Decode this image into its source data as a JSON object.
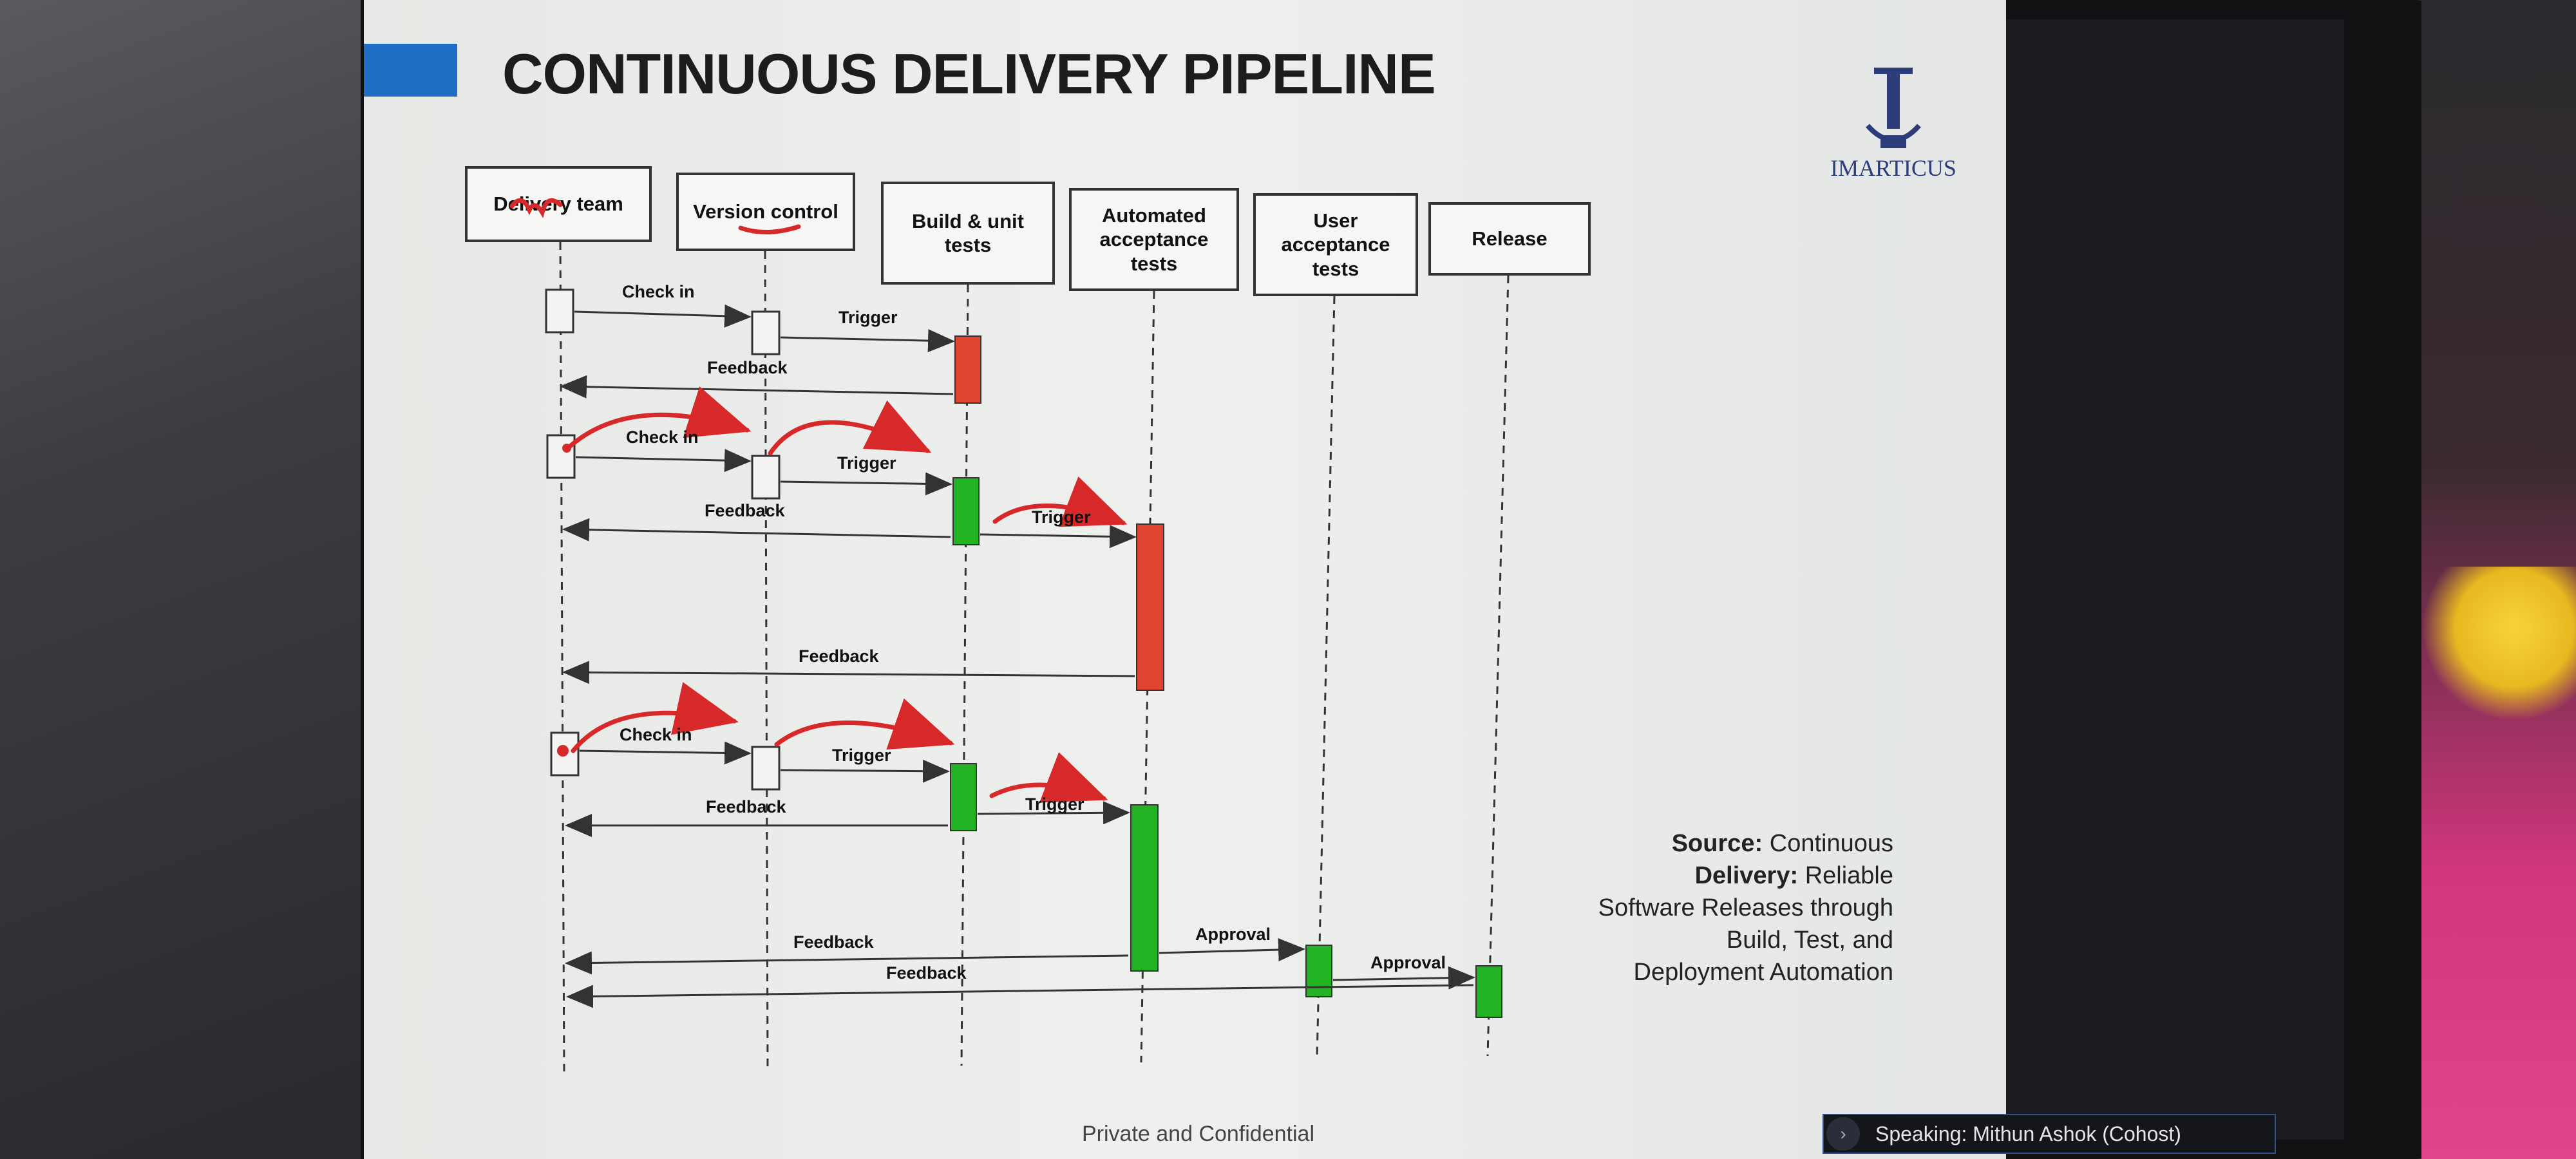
{
  "slide": {
    "title": "CONTINUOUS DELIVERY PIPELINE",
    "logo_text": "IMARTICUS",
    "footer": "Private and Confidential"
  },
  "lanes": [
    {
      "label": "Delivery team"
    },
    {
      "label": "Version control"
    },
    {
      "label": "Build & unit tests"
    },
    {
      "label": "Automated acceptance tests"
    },
    {
      "label": "User acceptance tests"
    },
    {
      "label": "Release"
    }
  ],
  "messages": {
    "check_in_1": "Check in",
    "trigger_1": "Trigger",
    "feedback_1": "Feedback",
    "check_in_2": "Check in",
    "trigger_2": "Trigger",
    "feedback_2": "Feedback",
    "trigger_3": "Trigger",
    "feedback_3": "Feedback",
    "check_in_3": "Check in",
    "trigger_4": "Trigger",
    "feedback_4": "Feedback",
    "trigger_5": "Trigger",
    "feedback_5": "Feedback",
    "approval_1": "Approval",
    "feedback_6": "Feedback",
    "approval_2": "Approval"
  },
  "source": {
    "lead": "Source:",
    "title_a": "Continuous",
    "title_b": "Delivery:",
    "rest": "Reliable Software Releases through Build, Test, and Deployment Automation"
  },
  "meeting": {
    "speaking": "Speaking: Mithun Ashok (Cohost)",
    "expand_icon": "chevron-right-icon"
  },
  "colors": {
    "fail": "#e0452f",
    "pass": "#22b322",
    "annotation": "#d8292a",
    "accent": "#1f6fc6"
  }
}
